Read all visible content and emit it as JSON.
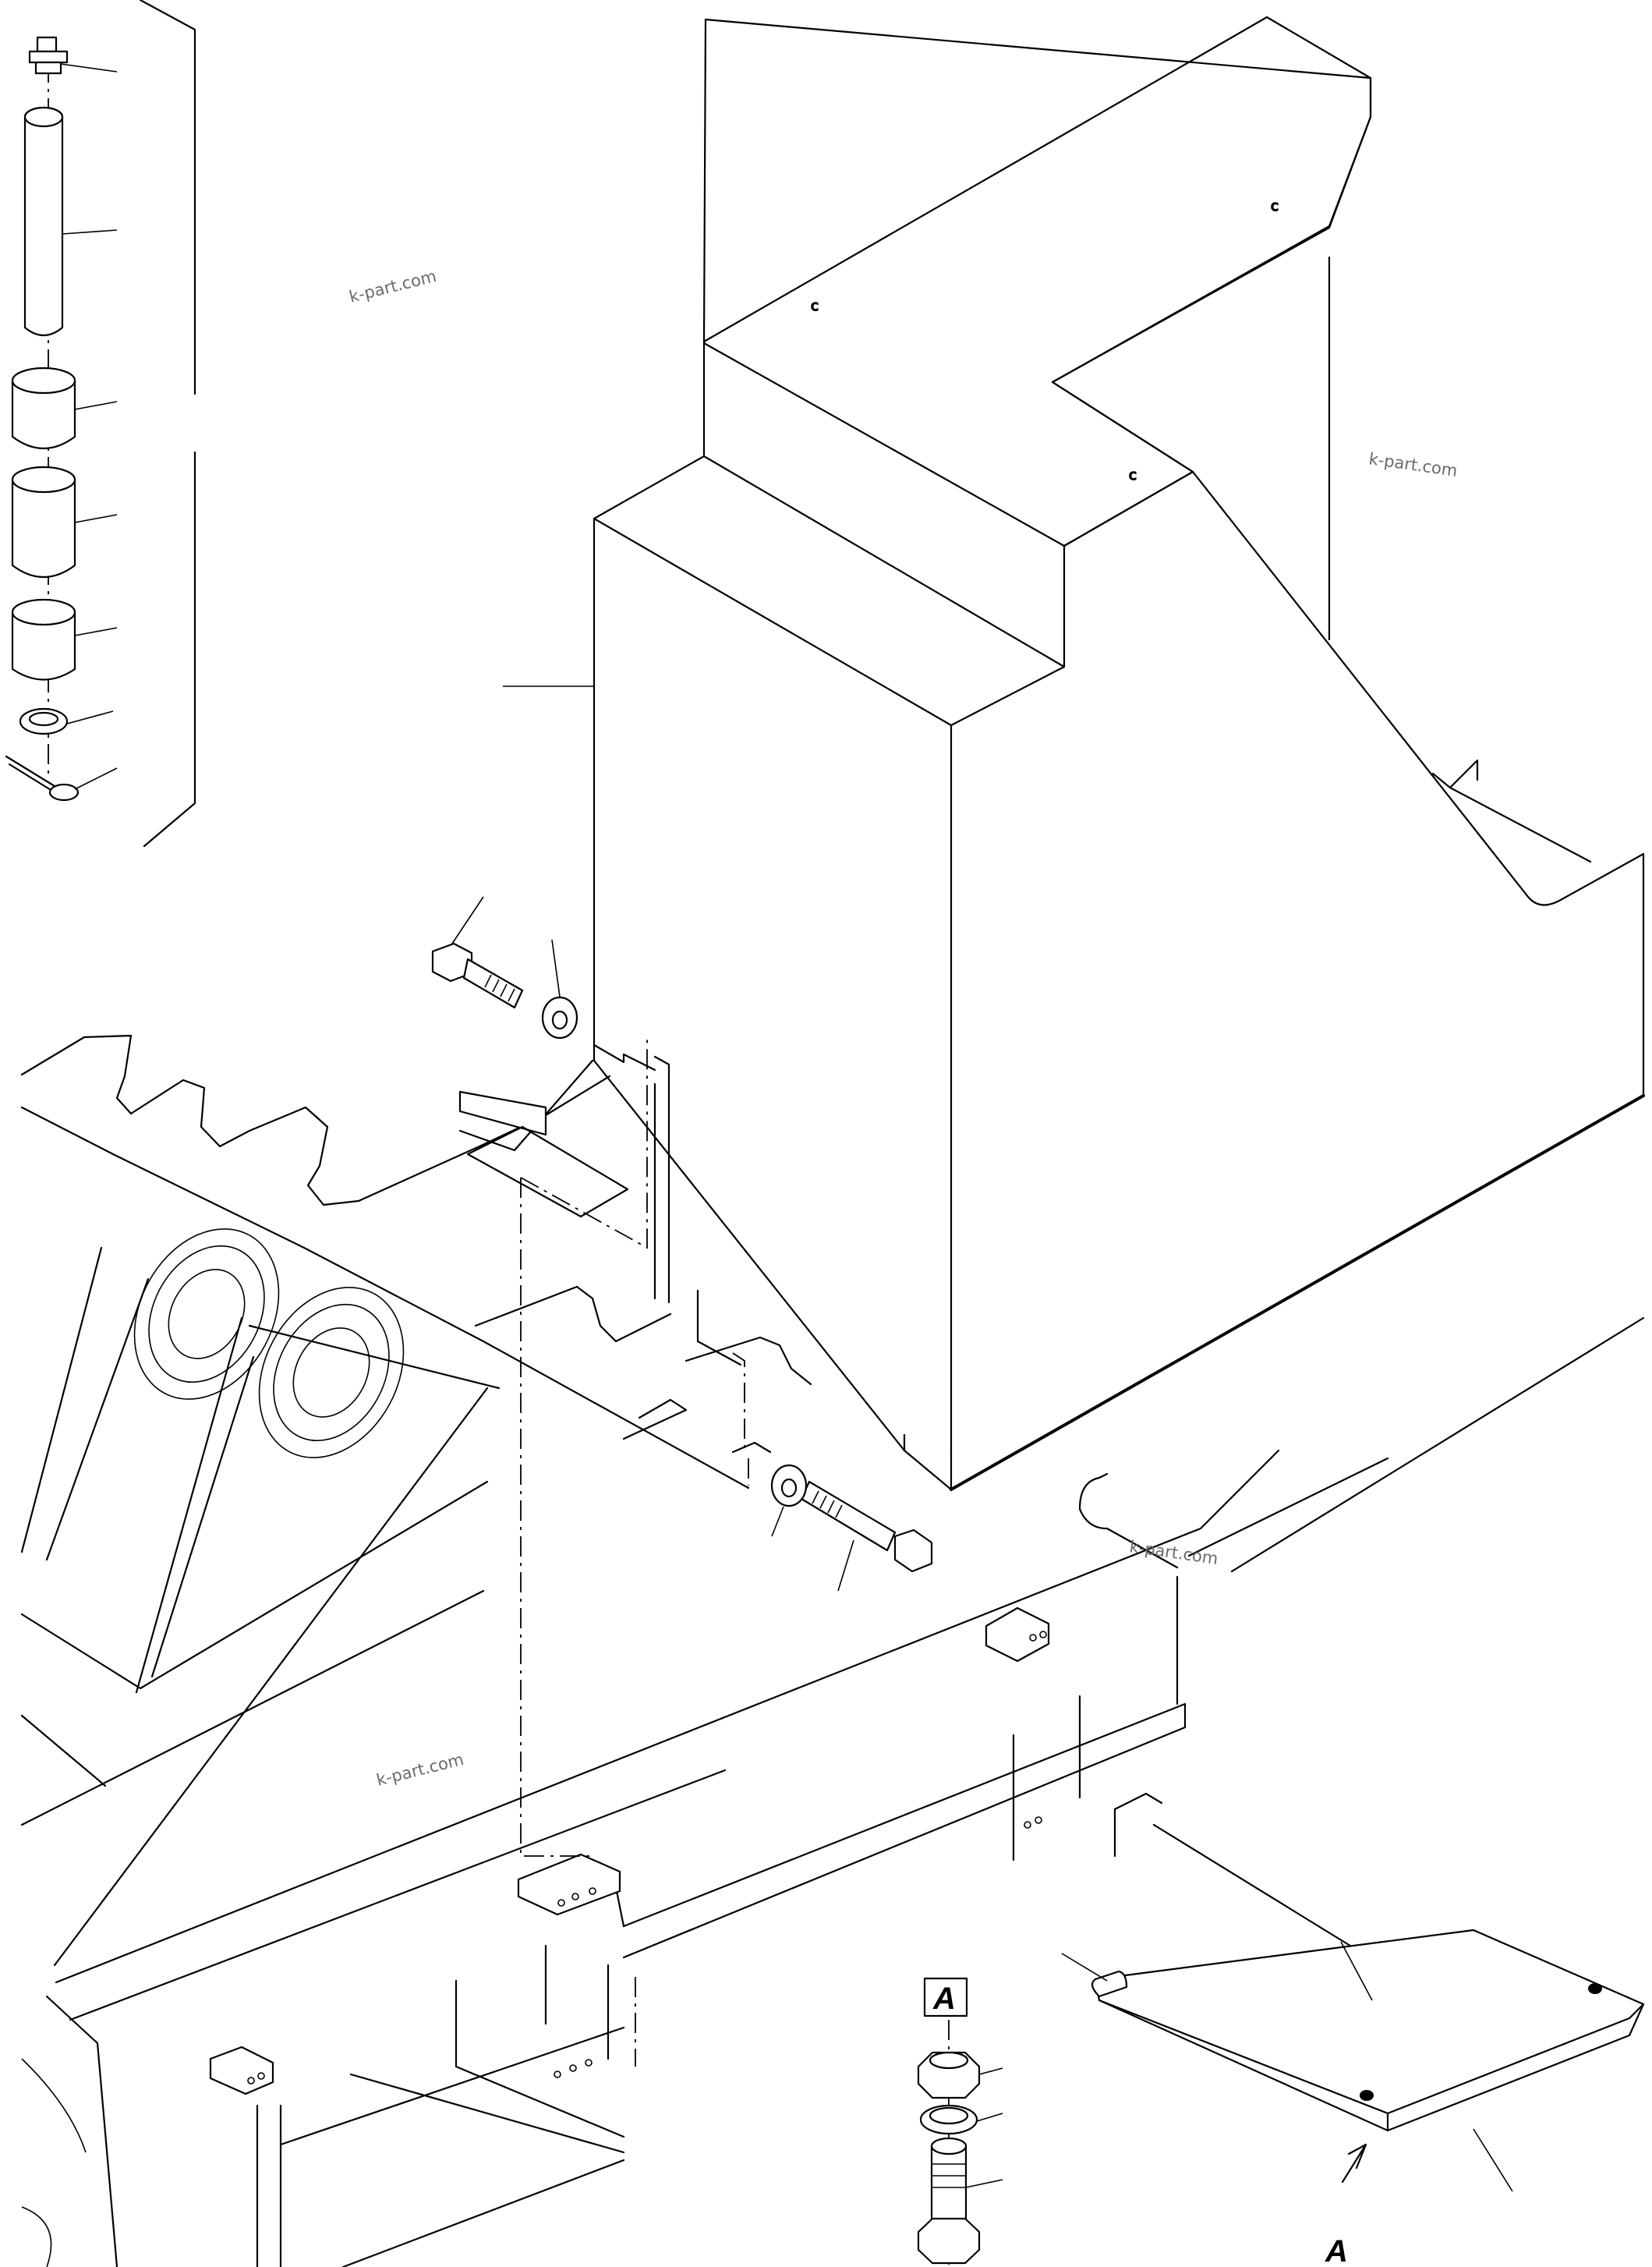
{
  "watermarks": [
    "k-part.com",
    "k-part.com",
    "k-part.com",
    "k-part.com"
  ],
  "view_labels": {
    "detail_box": "A",
    "view_arrow": "A"
  },
  "parts": {
    "counterweight": "counterweight block",
    "frame": "revolving frame",
    "cover_plate": "cover plate",
    "pin_assembly": [
      "grease fitting",
      "pin",
      "bushing",
      "bushing",
      "bushing",
      "washer",
      "cotter pin"
    ],
    "hardware": [
      "bolt",
      "washer",
      "bolt",
      "washer"
    ],
    "detail_a": [
      "nut",
      "washer",
      "bolt"
    ]
  }
}
